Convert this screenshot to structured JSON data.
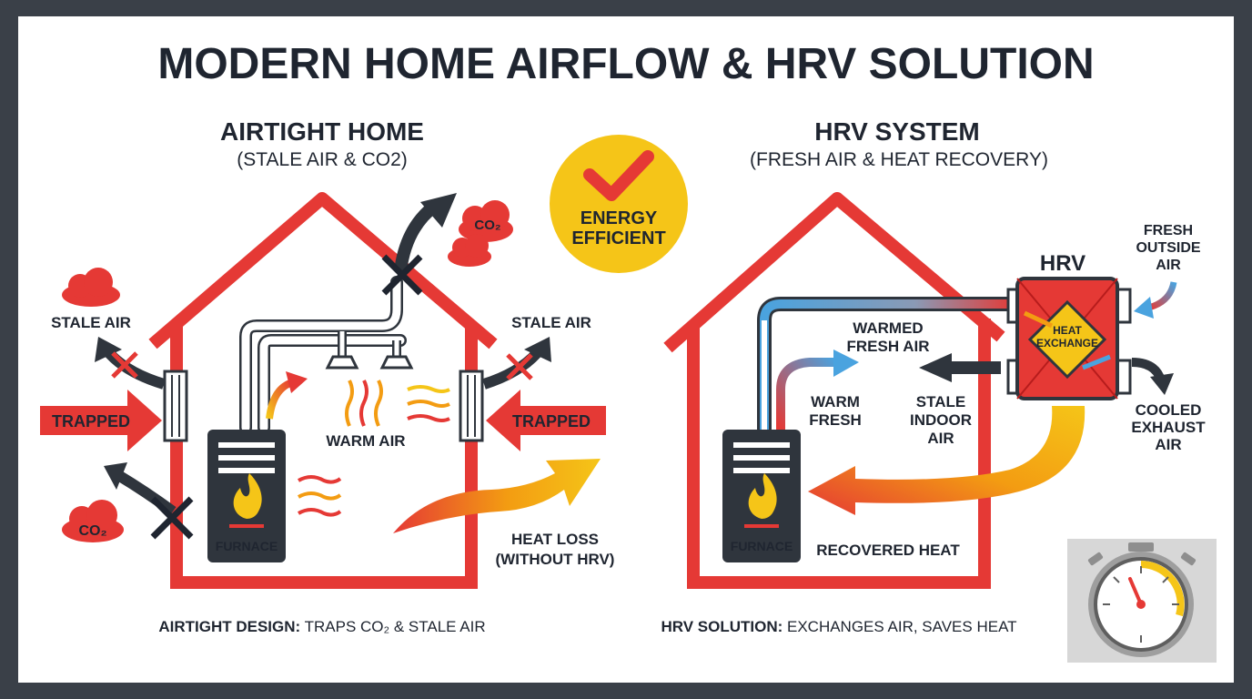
{
  "title": "MODERN HOME AIRFLOW & HRV SOLUTION",
  "colors": {
    "frame": "#3a4048",
    "red": "#e53935",
    "dark": "#2f353d",
    "yellow": "#f5c518",
    "orange": "#f39c12",
    "blue": "#4aa3df"
  },
  "left": {
    "heading": "AIRTIGHT HOME",
    "subheading": "(STALE AIR & CO2)",
    "stale_air_left": "STALE AIR",
    "stale_air_right": "STALE AIR",
    "trapped_left": "TRAPPED",
    "trapped_right": "TRAPPED",
    "co2_top": "CO₂",
    "co2_bottom": "CO₂",
    "warm_air": "WARM AIR",
    "furnace": "FURNACE",
    "heat_loss_1": "HEAT LOSS",
    "heat_loss_2": "(WITHOUT HRV)",
    "caption_bold": "AIRTIGHT DESIGN:",
    "caption_rest": " TRAPS CO₂ & STALE AIR"
  },
  "badge": {
    "line1": "ENERGY",
    "line2": "EFFICIENT",
    "icon": "checkmark-icon"
  },
  "right": {
    "heading": "HRV SYSTEM",
    "subheading": "(FRESH AIR & HEAT RECOVERY)",
    "hrv": "HRV",
    "heat_exchange_1": "HEAT",
    "heat_exchange_2": "EXCHANGE",
    "fresh_outside_1": "FRESH",
    "fresh_outside_2": "OUTSIDE",
    "fresh_outside_3": "AIR",
    "warmed_fresh_1": "WARMED",
    "warmed_fresh_2": "FRESH AIR",
    "warm_fresh_1": "WARM",
    "warm_fresh_2": "FRESH",
    "stale_indoor_1": "STALE",
    "stale_indoor_2": "INDOOR",
    "stale_indoor_3": "AIR",
    "cooled_exhaust_1": "COOLED",
    "cooled_exhaust_2": "EXHAUST",
    "cooled_exhaust_3": "AIR",
    "furnace": "FURNACE",
    "recovered_heat": "RECOVERED HEAT",
    "caption_bold": "HRV SOLUTION:",
    "caption_rest": " EXCHANGES AIR, SAVES HEAT"
  },
  "timer_icon": "stopwatch-icon"
}
